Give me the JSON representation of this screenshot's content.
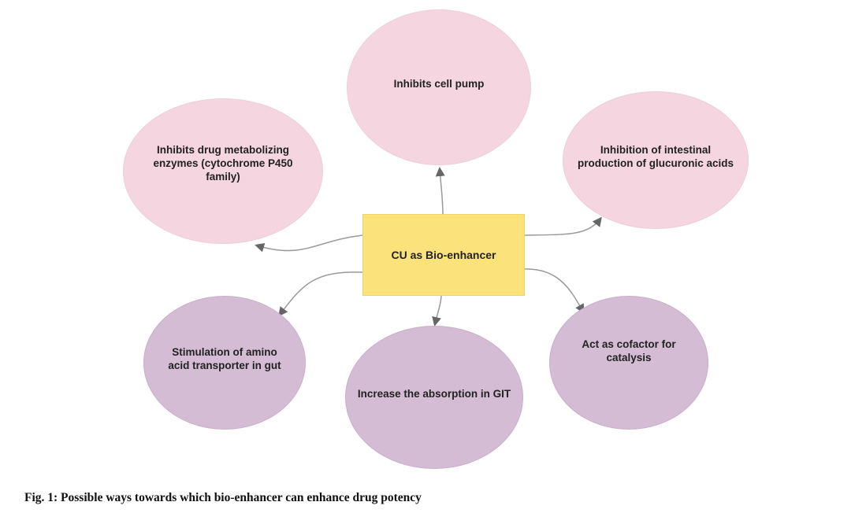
{
  "center": {
    "label": "CU as Bio-enhancer"
  },
  "nodes": {
    "cell_pump": "Inhibits cell pump",
    "drug_metabolizing": "Inhibits drug metabolizing enzymes (cytochrome P450 family)",
    "glucuronic": "Inhibition of intestinal production of glucuronic acids",
    "amino_acid": "Stimulation of  amino acid transporter in gut",
    "absorption": "Increase the absorption in GIT",
    "cofactor": "Act as cofactor for catalysis"
  },
  "colors": {
    "upper_nodes": "#f5d5e0",
    "lower_nodes": "#d4bcd4",
    "center_box": "#fbe27a",
    "connector": "#9a9a9a"
  },
  "caption": "Fig. 1: Possible ways towards which bio-enhancer can enhance drug potency"
}
